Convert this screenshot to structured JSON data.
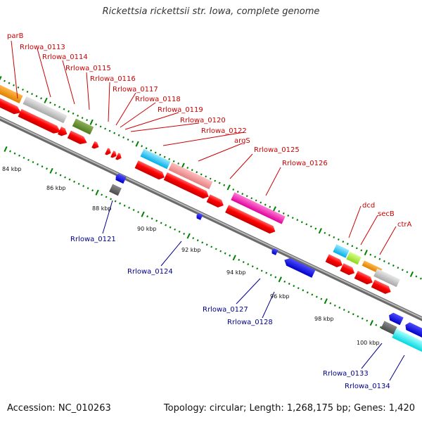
{
  "title": "Rickettsia rickettsii str. Iowa, complete genome",
  "footer": {
    "accession": "Accession: NC_010263",
    "summary": "Topology: circular; Length: 1,268,175 bp; Genes: 1,420"
  },
  "colors": {
    "backbone": "#8c8c8c",
    "cds": "#ff0000",
    "top_label": "#cc0000",
    "bottom_label": "#00008b",
    "tick": "#008000"
  },
  "ticks": [
    "84 kbp",
    "86 kbp",
    "88 kbp",
    "90 kbp",
    "92 kbp",
    "94 kbp",
    "96 kbp",
    "98 kbp",
    "100 kbp"
  ],
  "top_labels": [
    "parB",
    "Rrlowa_0113",
    "Rrlowa_0114",
    "Rrlowa_0115",
    "Rrlowa_0116",
    "Rrlowa_0117",
    "Rrlowa_0118",
    "Rrlowa_0119",
    "Rrlowa_0120",
    "Rrlowa_0122",
    "argS",
    "Rrlowa_0125",
    "Rrlowa_0126",
    "dcd",
    "secB",
    "ctrA"
  ],
  "bottom_labels": [
    "Rrlowa_0121",
    "Rrlowa_0124",
    "Rrlowa_0127",
    "Rrlowa_0128",
    "Rrlowa_0133",
    "Rrlowa_0134"
  ]
}
